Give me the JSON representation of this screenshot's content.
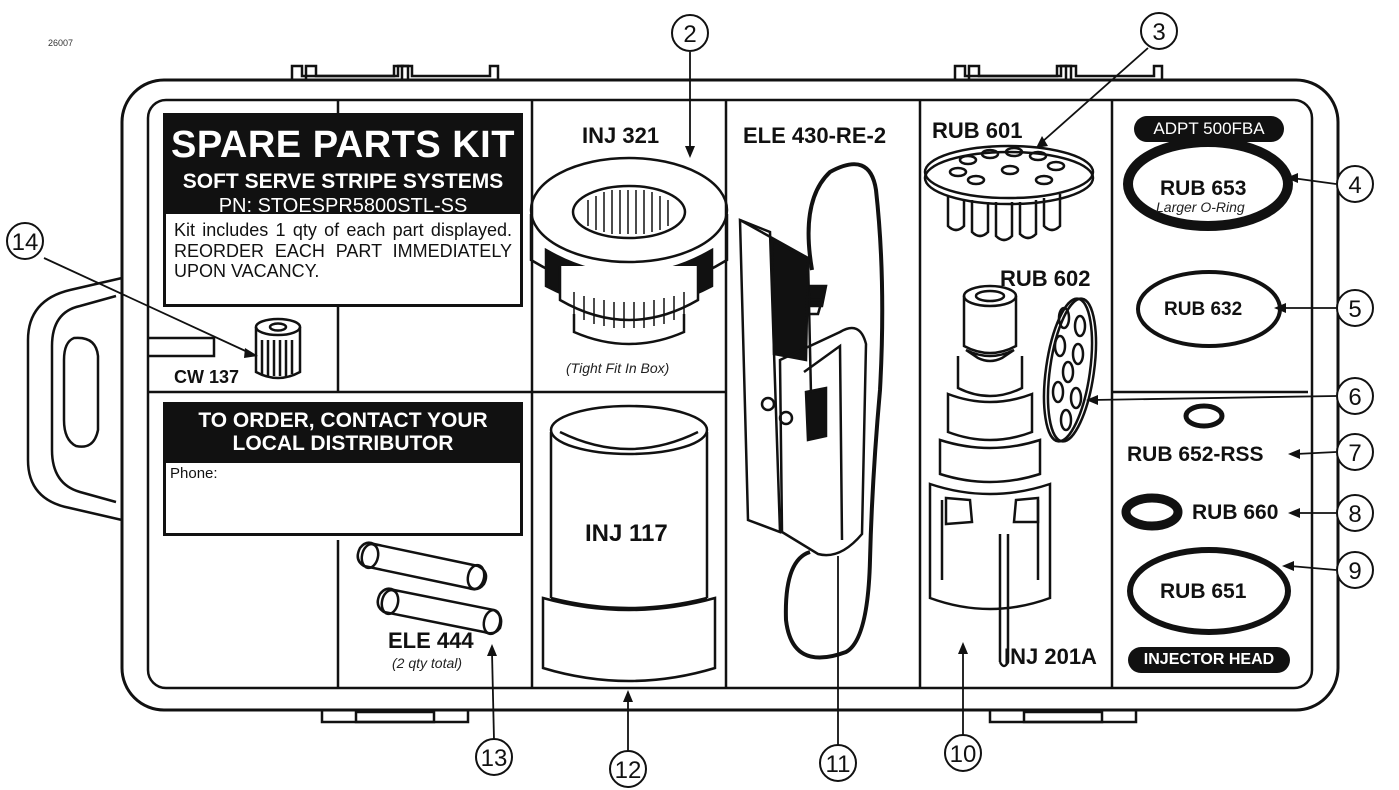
{
  "document_id": "26007",
  "kit_label": {
    "title": "SPARE PARTS KIT",
    "subtitle": "SOFT SERVE STRIPE SYSTEMS",
    "part_number": "PN: STOESPR5800STL-SS",
    "body": "Kit includes 1 qty of each part displayed. REORDER EACH PART IMMEDIATELY UPON VACANCY."
  },
  "order_label": {
    "title_line1": "TO ORDER, CONTACT YOUR",
    "title_line2": "LOCAL DISTRIBUTOR",
    "phone_label": "Phone:"
  },
  "parts": {
    "cw137": "CW 137",
    "inj321": "INJ 321",
    "inj321_note": "(Tight Fit In Box)",
    "ele430": "ELE 430-RE-2",
    "rub601": "RUB 601",
    "rub602": "RUB 602",
    "adpt": "ADPT 500FBA",
    "rub653": "RUB 653",
    "rub653_note": "Larger O-Ring",
    "rub632": "RUB 632",
    "rub652": "RUB 652-RSS",
    "rub660": "RUB 660",
    "rub651": "RUB 651",
    "injector_head": "INJECTOR HEAD",
    "inj117": "INJ 117",
    "inj201a": "INJ 201A",
    "ele444": "ELE 444",
    "ele444_note": "(2 qty total)"
  },
  "callouts": [
    "2",
    "3",
    "4",
    "5",
    "6",
    "7",
    "8",
    "9",
    "10",
    "11",
    "12",
    "13",
    "14"
  ]
}
